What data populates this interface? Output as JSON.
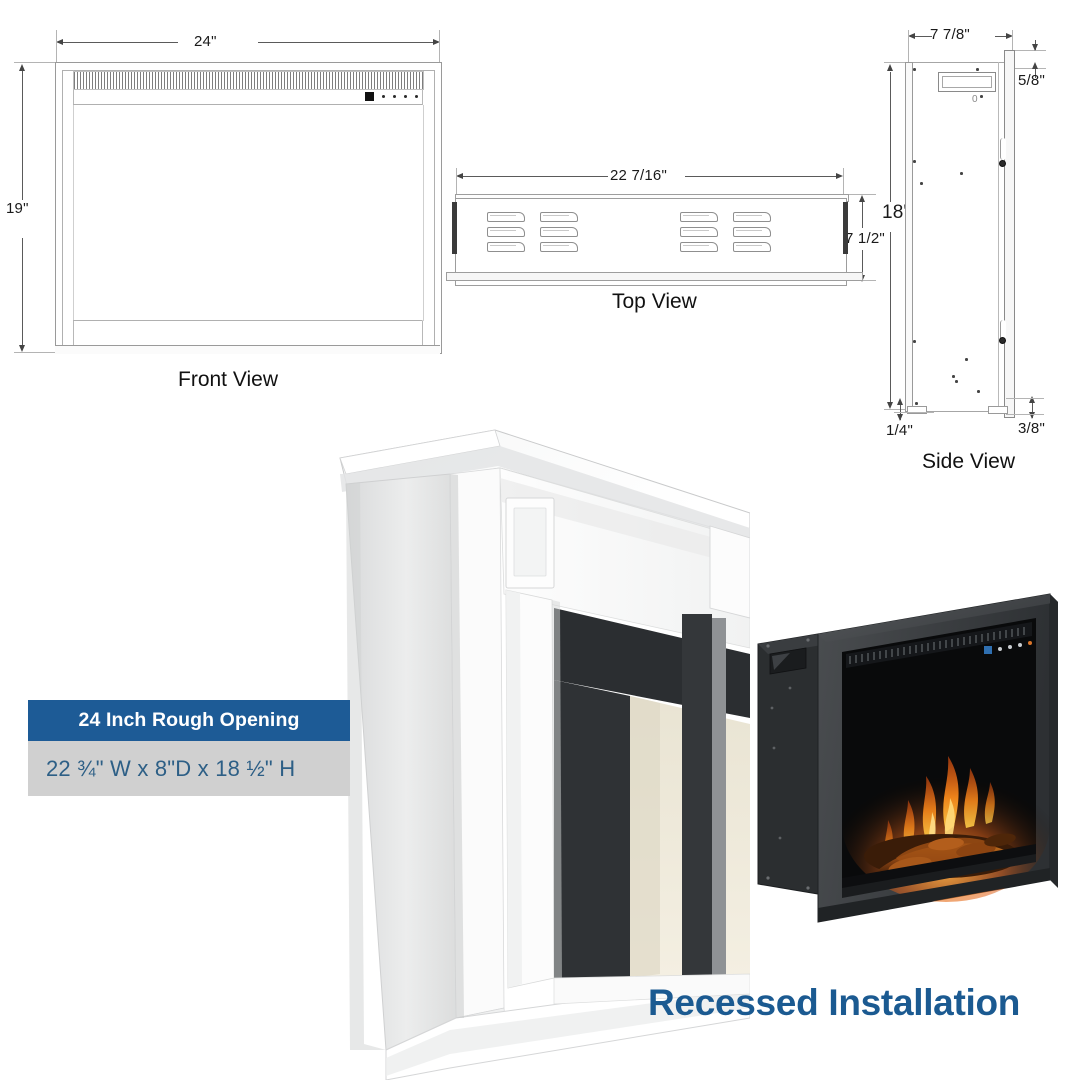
{
  "page": {
    "background": "#ffffff",
    "accent_blue": "#1b5a91",
    "info_gray": "#d0d0d0",
    "text_blue": "#2d5f86"
  },
  "front_view": {
    "label": "Front View",
    "width_dim": "24\"",
    "height_dim": "19\"",
    "control_icons": [
      "display-square",
      "power-dot",
      "flame-dot",
      "heat-dot",
      "timer-dot"
    ]
  },
  "top_view": {
    "label": "Top View",
    "width_dim": "22 7/16\"",
    "depth_dim": "7 1/2\"",
    "louver_columns": 4,
    "louver_rows": 3
  },
  "side_view": {
    "label": "Side View",
    "depth_dim": "7 7/8\"",
    "height_dim": "18\"",
    "top_offset_dim": "5/8\"",
    "bottom_left_dim": "1/4\"",
    "bottom_right_dim": "3/8\""
  },
  "info_box": {
    "header": "24 Inch Rough Opening",
    "dimensions": "22 ¾\" W x 8\"D x 18 ½\" H",
    "header_bg": "#1d5b96",
    "body_bg": "#d0d0d0"
  },
  "caption": {
    "text": "Recessed Installation"
  },
  "photos": {
    "mantel": "white-fireplace-mantel-surround",
    "insert": "black-electric-fireplace-insert-with-flames"
  }
}
